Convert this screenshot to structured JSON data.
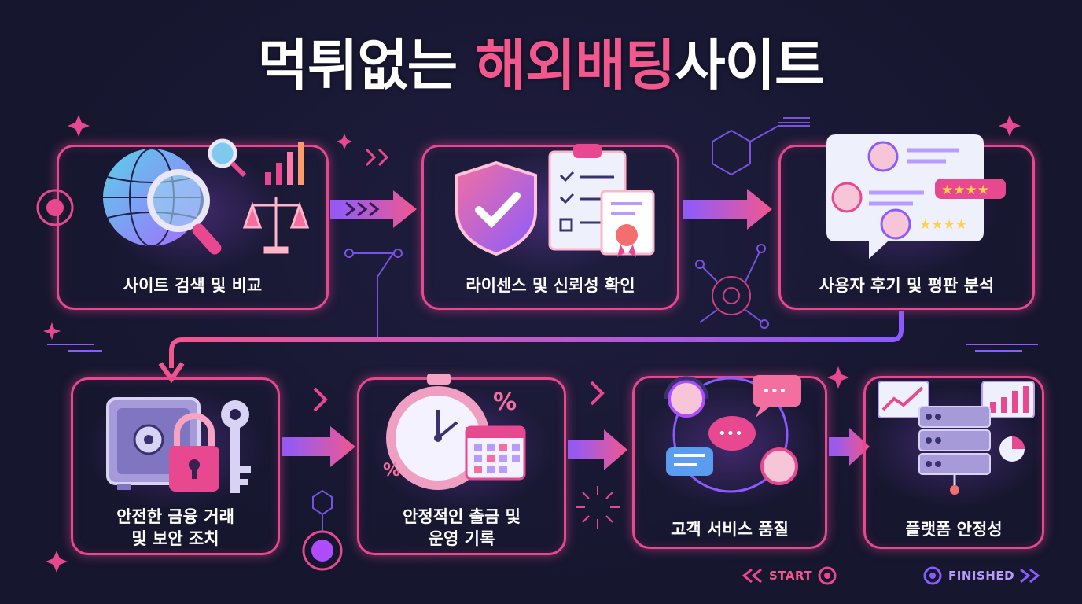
{
  "title": {
    "prefix": "먹튀없는 ",
    "accent": "해외배팅",
    "suffix": "사이트"
  },
  "steps": [
    {
      "id": 1,
      "label": "사이트 검색 및 비교"
    },
    {
      "id": 2,
      "label": "라이센스 및 신뢰성 확인"
    },
    {
      "id": 3,
      "label": "사용자 후기 및 평판 분석"
    },
    {
      "id": 4,
      "label_line1": "안전한 금융 거래",
      "label_line2": "및 보안 조치"
    },
    {
      "id": 5,
      "label_line1": "안정적인 출금 및",
      "label_line2": "운영 기록"
    },
    {
      "id": 6,
      "label": "고객 서비스 품질"
    },
    {
      "id": 7,
      "label": "플랫폼 안정성"
    }
  ],
  "footer": {
    "start": "START",
    "finished": "FINISHED"
  },
  "colors": {
    "background": "#16162e",
    "accent_pink": "#e8488f",
    "accent_purple": "#8a5cff",
    "title_accent": "#f2578e"
  },
  "icons": [
    "globe-icon",
    "magnifier-icon",
    "scales-icon",
    "shield-check-icon",
    "checklist-icon",
    "certificate-icon",
    "review-bubbles-icon",
    "safe-icon",
    "padlock-icon",
    "key-icon",
    "stopwatch-icon",
    "calendar-icon",
    "percent-icon",
    "headset-agent-icon",
    "chat-bubble-icon",
    "server-rack-icon",
    "line-chart-icon",
    "pie-chart-icon"
  ]
}
